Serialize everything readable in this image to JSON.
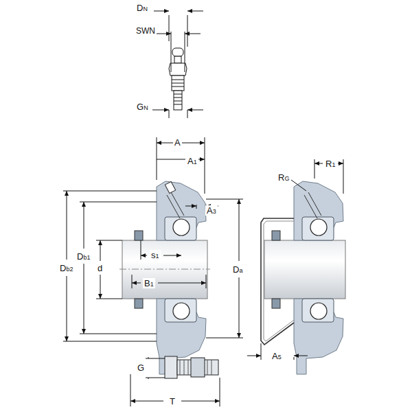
{
  "diagram": {
    "labels": [
      "DN",
      "SWN",
      "GN",
      "A",
      "A1",
      "A3",
      "Db2",
      "Db1",
      "d",
      "s1",
      "B1",
      "Da",
      "G",
      "T",
      "RG",
      "R1",
      "A5"
    ]
  }
}
